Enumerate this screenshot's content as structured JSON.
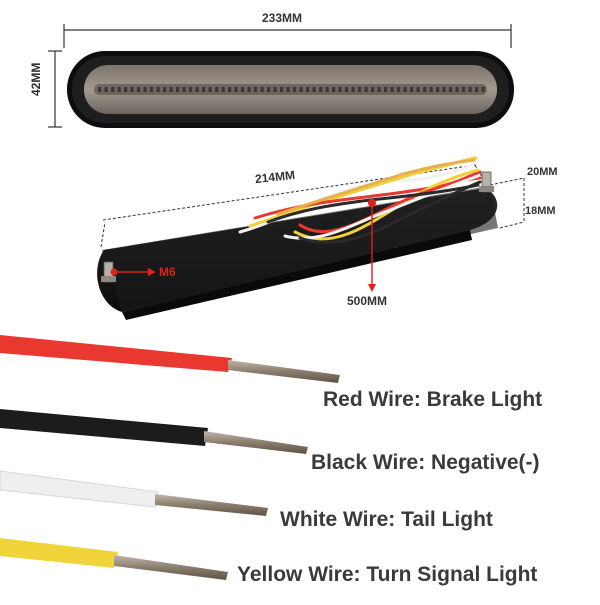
{
  "dimensions": {
    "length_top": "233MM",
    "height_side": "42MM",
    "length_bottom": "214MM",
    "thickness_outer": "20MM",
    "thickness_inner": "18MM",
    "wire_length": "500MM",
    "bolt": "M6"
  },
  "wires": [
    {
      "color": "#e8382f",
      "label": "Red Wire: Brake Light"
    },
    {
      "color": "#1c1c1c",
      "label": "Black Wire: Negative(-)"
    },
    {
      "color": "#f2f2f2",
      "label": "White Wire: Tail Light"
    },
    {
      "color": "#f1d43a",
      "label": "Yellow Wire: Turn Signal Light"
    }
  ],
  "colors": {
    "dimension_red": "#e0201b",
    "lamp_body": "#1a1a1a",
    "lamp_lens": "#8d857c"
  }
}
